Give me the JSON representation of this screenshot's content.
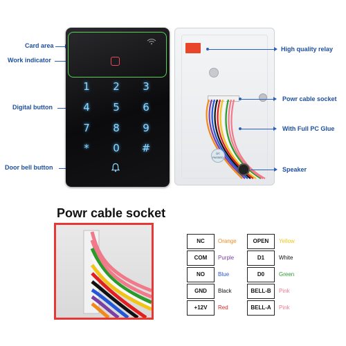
{
  "callouts_left": {
    "card_area": "Card area",
    "work_indicator": "Work indicator",
    "digital_button": "Digital button",
    "door_bell_button": "Door bell button"
  },
  "callouts_right": {
    "high_quality_relay": "High quality relay",
    "power_cable_socket": "Powr cable socket",
    "full_pc_glue": "With Full PC Glue",
    "speaker": "Speaker"
  },
  "keypad": {
    "keys": [
      "1",
      "2",
      "3",
      "4",
      "5",
      "6",
      "7",
      "8",
      "9",
      "*",
      "0",
      "#"
    ]
  },
  "qc_sticker": "QC PASSED",
  "section_title": "Powr cable socket",
  "pinout": {
    "left": [
      {
        "pin": "NC",
        "color": "Orange",
        "hex": "#f08a1c"
      },
      {
        "pin": "COM",
        "color": "Purple",
        "hex": "#7b3fa3"
      },
      {
        "pin": "NO",
        "color": "Blue",
        "hex": "#2457d6"
      },
      {
        "pin": "GND",
        "color": "Black",
        "hex": "#111111"
      },
      {
        "pin": "+12V",
        "color": "Red",
        "hex": "#e02020"
      }
    ],
    "right": [
      {
        "pin": "OPEN",
        "color": "Yellow",
        "hex": "#f0c419"
      },
      {
        "pin": "D1",
        "color": "White",
        "hex": "#111111"
      },
      {
        "pin": "D0",
        "color": "Green",
        "hex": "#2a9a2a"
      },
      {
        "pin": "BELL-B",
        "color": "Pink",
        "hex": "#f07a8a"
      },
      {
        "pin": "BELL-A",
        "color": "Pink",
        "hex": "#f07a8a"
      }
    ]
  },
  "colors": {
    "callout_text": "#1f4fa0",
    "card_area_outline": "#57d257",
    "work_indicator": "#e64a5c",
    "key_glow": "#8fd7ff",
    "closeup_border": "#e53935"
  },
  "icons": [
    "wifi-icon",
    "bell-icon",
    "lock-indicator-icon"
  ]
}
